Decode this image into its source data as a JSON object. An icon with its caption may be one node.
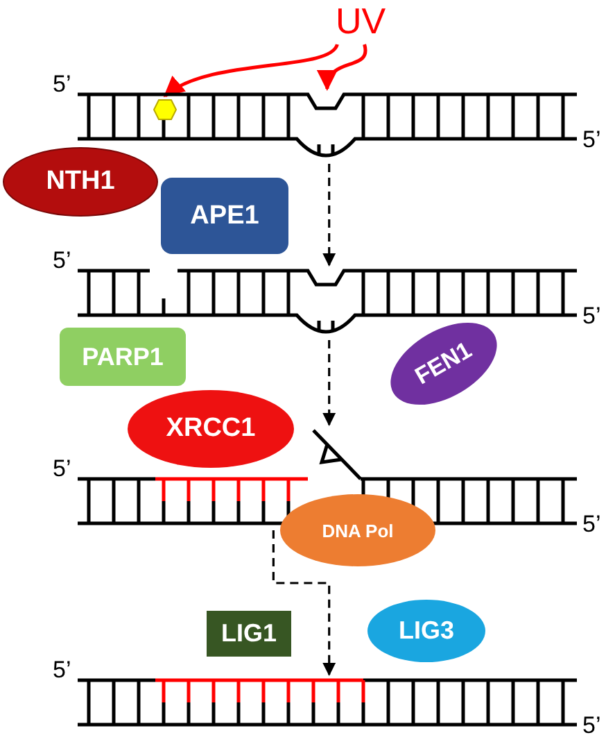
{
  "diagram": {
    "nodes": [
      {
        "text": [
          "UV"
        ]
      },
      {
        "text": [],
        "shape": "ladder",
        "beside": [
          "5’",
          "5’"
        ]
      },
      {
        "text": [],
        "shape": "hexagon",
        "in": 1
      },
      {
        "text": [
          "NTH1"
        ]
      },
      {
        "text": [
          "APE1"
        ]
      },
      {
        "text": [],
        "shape": "ladder",
        "beside": [
          "5’",
          "5’"
        ]
      },
      {
        "text": [
          "PARP1"
        ]
      },
      {
        "text": [
          "XRCC1"
        ]
      },
      {
        "text": [
          "FEN1"
        ]
      },
      {
        "text": [],
        "shape": "ladder",
        "beside": [
          "5’",
          "5’"
        ]
      },
      {
        "text": [
          "DNA Pol"
        ]
      },
      {
        "text": [
          "LIG1"
        ]
      },
      {
        "text": [
          "LIG3"
        ]
      },
      {
        "text": [],
        "shape": "ladder",
        "beside": [
          "5’",
          "5’"
        ]
      }
    ],
    "edges": [
      {
        "from": 0,
        "to": 2,
        "arrow": "to",
        "color": "#ff0000"
      },
      {
        "from": 0,
        "to": 1,
        "arrow": "to",
        "color": "#ff0000"
      },
      {
        "from": 1,
        "to": 5,
        "arrow": "to",
        "style": "dashed"
      },
      {
        "from": 5,
        "to": 9,
        "arrow": "to",
        "style": "dashed"
      },
      {
        "from": 9,
        "to": 13,
        "arrow": "to",
        "style": "dashed"
      }
    ]
  }
}
